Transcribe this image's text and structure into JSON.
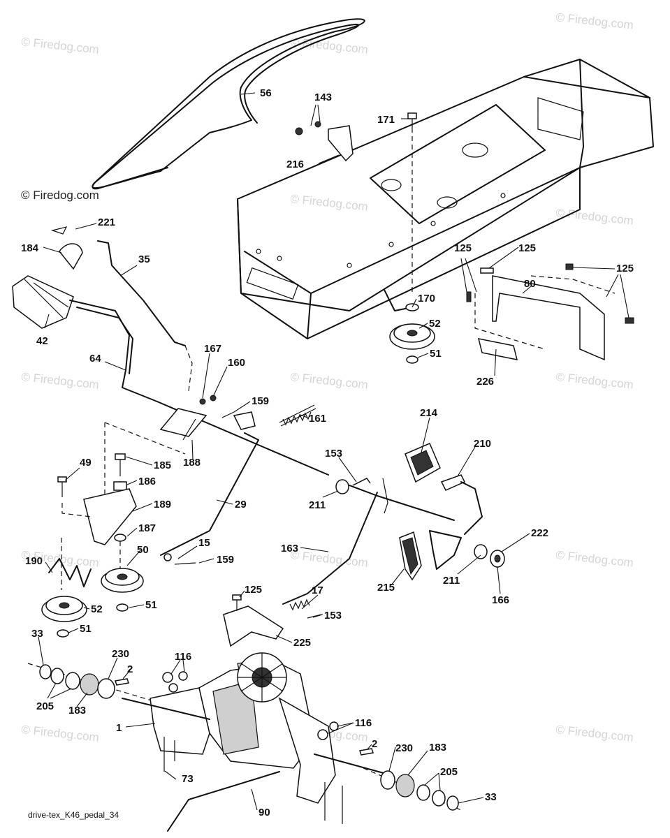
{
  "watermark": "© Firedog.com",
  "copyright": "© Firedog.com",
  "caption": "drive-tex_K46_pedal_34",
  "callouts": [
    "56",
    "143",
    "171",
    "216",
    "221",
    "184",
    "35",
    "42",
    "125",
    "125",
    "125",
    "80",
    "170",
    "52",
    "51",
    "226",
    "64",
    "167",
    "160",
    "159",
    "161",
    "214",
    "210",
    "49",
    "185",
    "186",
    "188",
    "153",
    "189",
    "211",
    "29",
    "187",
    "50",
    "15",
    "159",
    "222",
    "163",
    "190",
    "211",
    "215",
    "166",
    "52",
    "51",
    "125",
    "17",
    "153",
    "33",
    "51",
    "225",
    "230",
    "116",
    "2",
    "205",
    "183",
    "1",
    "116",
    "2",
    "230",
    "183",
    "73",
    "205",
    "33",
    "90"
  ]
}
